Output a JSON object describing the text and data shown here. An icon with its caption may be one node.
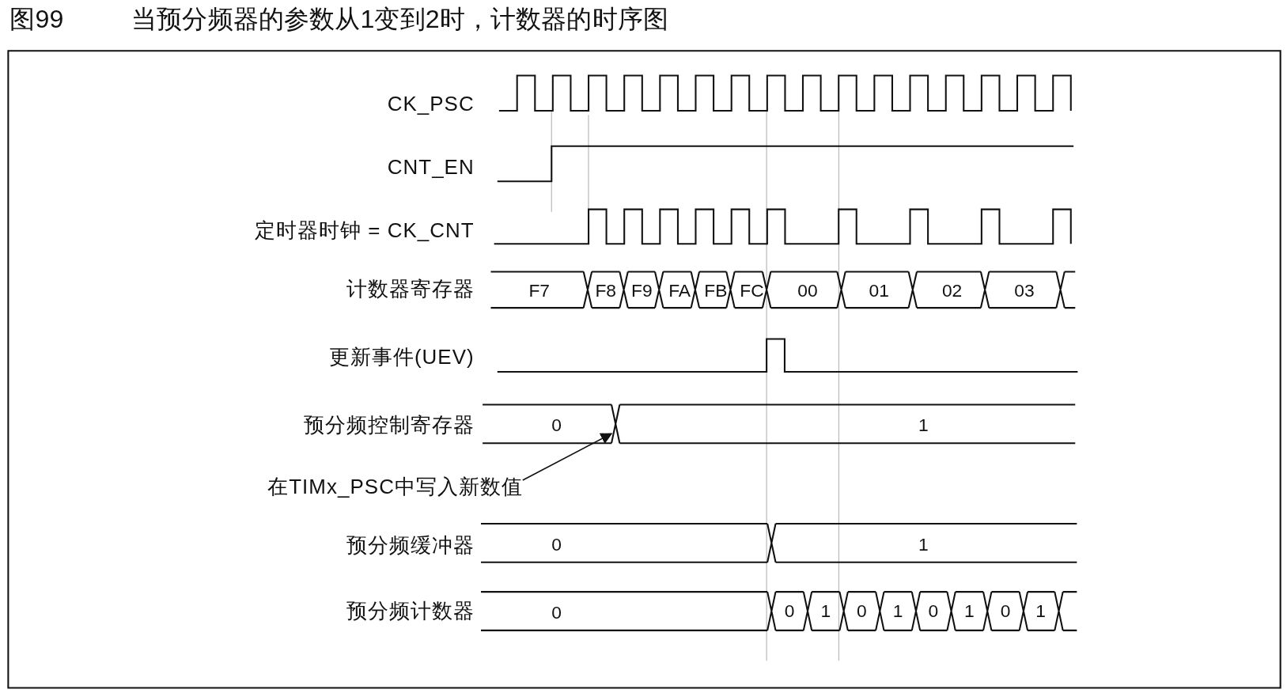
{
  "diagram": {
    "title": "当预分频器的参数从1变到2时，计数器的时序图",
    "nodes": [
      {
        "text": [
          "在TIMx_PSC中写入新数值"
        ]
      },
      {
        "text": [],
        "shape": "cross"
      }
    ],
    "edges": [
      {
        "from": 0,
        "to": 1,
        "arrow": "to"
      }
    ],
    "labels": [
      "图99",
      "CK_PSC",
      "CNT_EN",
      "定时器时钟 = CK_CNT",
      "计数器寄存器",
      "F7",
      "F8",
      "F9",
      "FA",
      "FB",
      "FC",
      "00",
      "01",
      "02",
      "03",
      "更新事件(UEV)",
      "预分频控制寄存器",
      "0",
      "1",
      "预分频缓冲器",
      "0",
      "1",
      "预分频计数器",
      "0",
      "0",
      "1",
      "0",
      "1",
      "0",
      "1",
      "0",
      "1"
    ]
  }
}
